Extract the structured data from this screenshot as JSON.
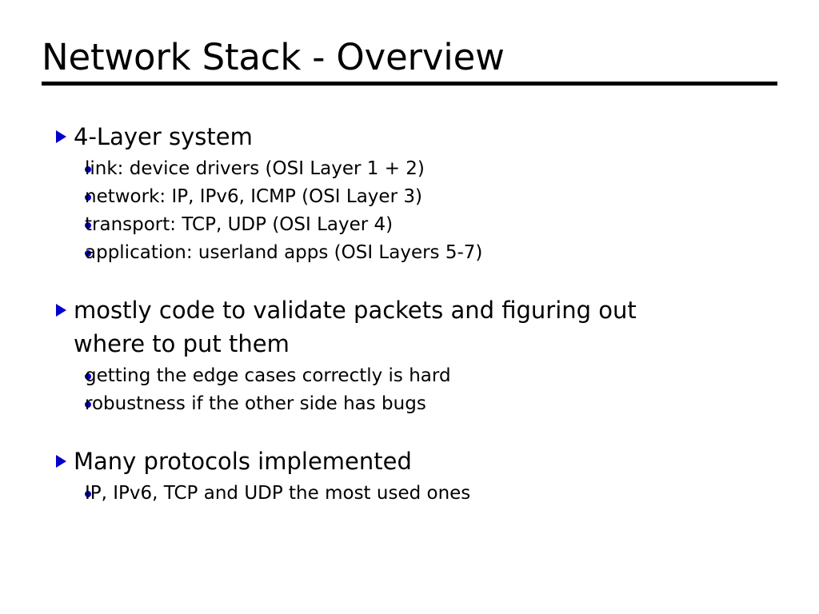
{
  "slide": {
    "title": "Network Stack - Overview",
    "background_color": "#ffffff",
    "text_color": "#000000",
    "bullet_color": "#0000cc",
    "rule_color": "#000000",
    "level1_marker_icon": "triangle-right-bullet-icon",
    "level2_marker_icon": "dot-bullet-icon",
    "groups": [
      {
        "heading": "4-Layer system",
        "items": [
          "link: device drivers (OSI Layer 1 + 2)",
          "network: IP, IPv6, ICMP (OSI Layer 3)",
          "transport: TCP, UDP (OSI Layer 4)",
          "application: userland apps (OSI Layers 5-7)"
        ]
      },
      {
        "heading": "mostly code to validate packets and figuring out where to put them",
        "items": [
          "getting the edge cases correctly is hard",
          "robustness if the other side has bugs"
        ]
      },
      {
        "heading": "Many protocols implemented",
        "items": [
          "IP, IPv6, TCP and UDP the most used ones"
        ]
      }
    ]
  }
}
